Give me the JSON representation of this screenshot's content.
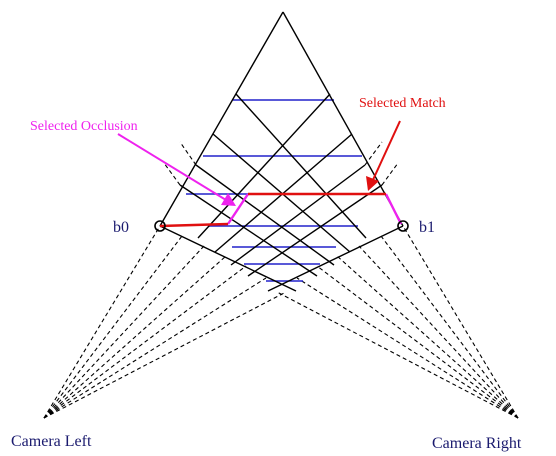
{
  "labels": {
    "b0": "b0",
    "b1": "b1",
    "camera_left": "Camera Left",
    "camera_right": "Camera Right",
    "selected_match": "Selected Match",
    "selected_occlusion": "Selected Occlusion"
  },
  "colors": {
    "background": "#ffffff",
    "grid_lines": "#000000",
    "horizontal_lines": "#2222cc",
    "match": "#e01010",
    "occlusion": "#ee22ee",
    "text_dark": "#1a1a6e"
  }
}
